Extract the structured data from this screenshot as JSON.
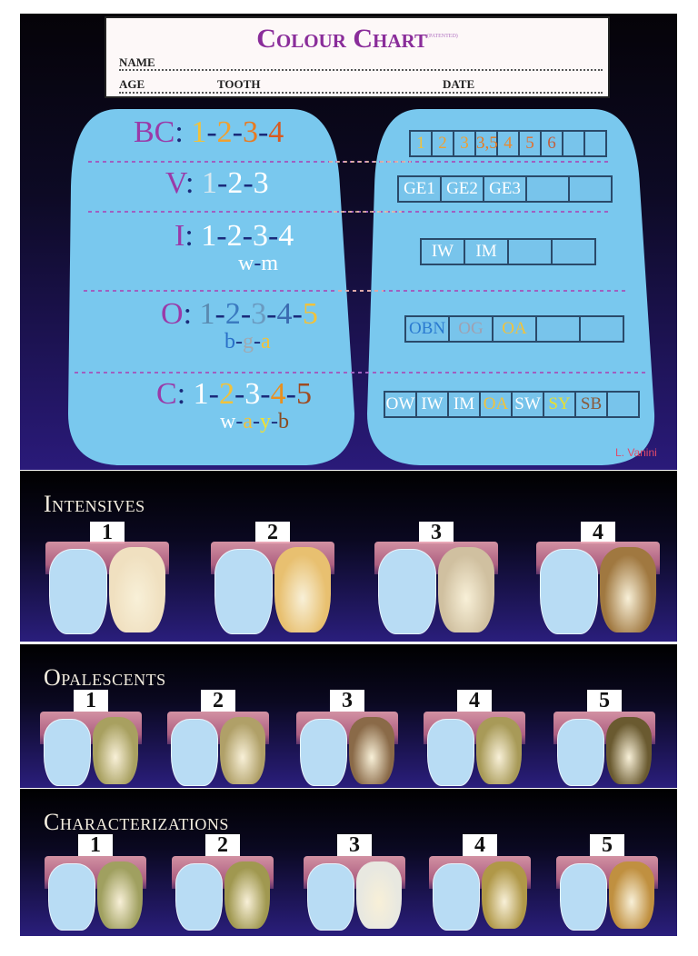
{
  "header": {
    "title": "Colour Chart",
    "superscript": "(PATENTED)",
    "name_label": "NAME",
    "age_label": "AGE",
    "tooth_label": "TOOTH",
    "date_label": "DATE"
  },
  "left_panel": {
    "rows": [
      {
        "label": "BC",
        "values": [
          {
            "t": "1",
            "c": "#f2c23a"
          },
          {
            "t": "2",
            "c": "#f0a030"
          },
          {
            "t": "3",
            "c": "#e87a20"
          },
          {
            "t": "4",
            "c": "#d85a20"
          }
        ],
        "sub": []
      },
      {
        "label": "V",
        "values": [
          {
            "t": "1",
            "c": "#d8e8f0"
          },
          {
            "t": "2",
            "c": "#ffffff"
          },
          {
            "t": "3",
            "c": "#ffffff"
          }
        ],
        "sub": []
      },
      {
        "label": "I",
        "values": [
          {
            "t": "1",
            "c": "#ffffff"
          },
          {
            "t": "2",
            "c": "#ffffff"
          },
          {
            "t": "3",
            "c": "#ffffff"
          },
          {
            "t": "4",
            "c": "#ffffff"
          }
        ],
        "sub": [
          {
            "t": "w",
            "c": "#ffffff"
          },
          {
            "t": "m",
            "c": "#ffffff"
          }
        ]
      },
      {
        "label": "O",
        "values": [
          {
            "t": "1",
            "c": "#5a8ab0"
          },
          {
            "t": "2",
            "c": "#3a7ac0"
          },
          {
            "t": "3",
            "c": "#6a9ac0"
          },
          {
            "t": "4",
            "c": "#3a6ab0"
          },
          {
            "t": "5",
            "c": "#f2c23a"
          }
        ],
        "sub": [
          {
            "t": "b",
            "c": "#2a70c8"
          },
          {
            "t": "g",
            "c": "#a0a8b0"
          },
          {
            "t": "a",
            "c": "#f2c23a"
          }
        ]
      },
      {
        "label": "C",
        "values": [
          {
            "t": "1",
            "c": "#ffffff"
          },
          {
            "t": "2",
            "c": "#f2c23a"
          },
          {
            "t": "3",
            "c": "#ffffff"
          },
          {
            "t": "4",
            "c": "#e89020"
          },
          {
            "t": "5",
            "c": "#a04a20"
          }
        ],
        "sub": [
          {
            "t": "w",
            "c": "#ffffff"
          },
          {
            "t": "a",
            "c": "#f2c23a"
          },
          {
            "t": "y",
            "c": "#f2e030"
          },
          {
            "t": "b",
            "c": "#8a4a20"
          }
        ]
      }
    ]
  },
  "right_panel": {
    "rows": [
      [
        {
          "t": "1",
          "c": "#f2c23a"
        },
        {
          "t": "2",
          "c": "#f0a030"
        },
        {
          "t": "3",
          "c": "#f0a030"
        },
        {
          "t": "3,5",
          "c": "#e87a20"
        },
        {
          "t": "4",
          "c": "#e88a30"
        },
        {
          "t": "5",
          "c": "#e07030"
        },
        {
          "t": "6",
          "c": "#c06040"
        },
        {
          "t": "",
          "c": ""
        },
        {
          "t": "",
          "c": ""
        }
      ],
      [
        {
          "t": "GE1",
          "c": "#ffffff"
        },
        {
          "t": "GE2",
          "c": "#ffffff"
        },
        {
          "t": "GE3",
          "c": "#ffffff"
        },
        {
          "t": "",
          "c": ""
        },
        {
          "t": "",
          "c": ""
        }
      ],
      [
        {
          "t": "IW",
          "c": "#ffffff"
        },
        {
          "t": "IM",
          "c": "#ffffff"
        },
        {
          "t": "",
          "c": ""
        },
        {
          "t": "",
          "c": ""
        }
      ],
      [
        {
          "t": "OBN",
          "c": "#2a7ad0"
        },
        {
          "t": "OG",
          "c": "#a0a0b0"
        },
        {
          "t": "OA",
          "c": "#f2c23a"
        },
        {
          "t": "",
          "c": ""
        },
        {
          "t": "",
          "c": ""
        }
      ],
      [
        {
          "t": "OW",
          "c": "#ffffff"
        },
        {
          "t": "IW",
          "c": "#ffffff"
        },
        {
          "t": "IM",
          "c": "#ffffff"
        },
        {
          "t": "OA",
          "c": "#f2c23a"
        },
        {
          "t": "SW",
          "c": "#ffffff"
        },
        {
          "t": "SY",
          "c": "#e8e030"
        },
        {
          "t": "SB",
          "c": "#8a5a3a"
        },
        {
          "t": "",
          "c": ""
        }
      ]
    ],
    "signature": "L. Vanini"
  },
  "sections": [
    {
      "title": "Intensives",
      "items": [
        {
          "n": "1",
          "tooth": "#f0e0c0"
        },
        {
          "n": "2",
          "tooth": "#e8c070"
        },
        {
          "n": "3",
          "tooth": "#d0c0a0"
        },
        {
          "n": "4",
          "tooth": "#a07840"
        }
      ]
    },
    {
      "title": "Opalescents",
      "items": [
        {
          "n": "1",
          "tooth": "#a8a060"
        },
        {
          "n": "2",
          "tooth": "#b0a068"
        },
        {
          "n": "3",
          "tooth": "#8a6a48"
        },
        {
          "n": "4",
          "tooth": "#a89a58"
        },
        {
          "n": "5",
          "tooth": "#6a5a30"
        }
      ]
    },
    {
      "title": "Characterizations",
      "items": [
        {
          "n": "1",
          "tooth": "#a0a060"
        },
        {
          "n": "2",
          "tooth": "#a09850"
        },
        {
          "n": "3",
          "tooth": "#e8e8e0"
        },
        {
          "n": "4",
          "tooth": "#b09848"
        },
        {
          "n": "5",
          "tooth": "#c09040"
        }
      ]
    }
  ]
}
